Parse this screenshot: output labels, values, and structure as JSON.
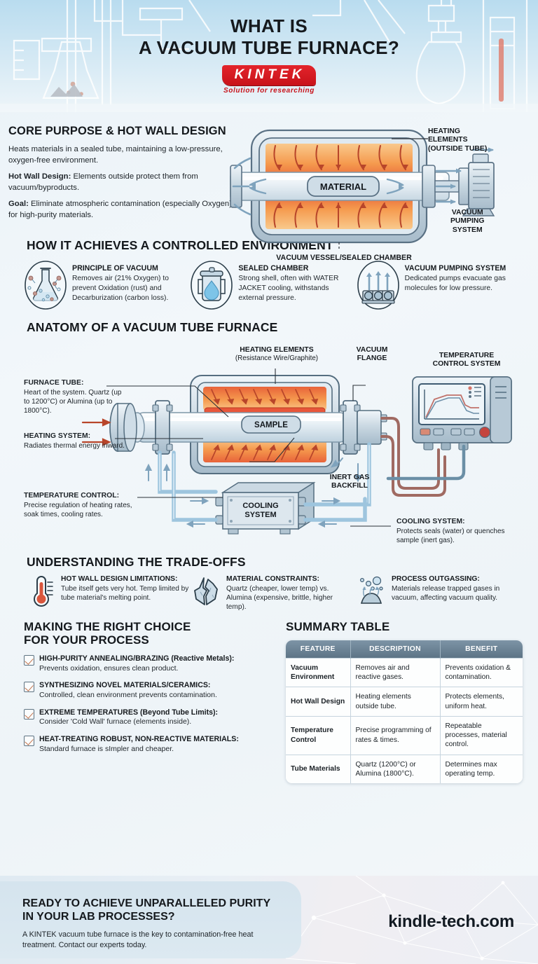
{
  "header": {
    "title_line1": "WHAT IS",
    "title_line2": "A VACUUM TUBE FURNACE?",
    "logo_text": "KINTEK",
    "logo_tagline": "Solution for researching"
  },
  "section1": {
    "heading": "CORE PURPOSE & HOT WALL DESIGN",
    "para1": "Heats materials in a sealed tube, maintaining a low-pressure, oxygen-free environment.",
    "para2_label": "Hot Wall Design:",
    "para2": " Elements outside protect them from vacuum/byproducts.",
    "para3_label": "Goal:",
    "para3": " Eliminate atmospheric contamination (especially Oxygen) for high-purity materials.",
    "diagram": {
      "material_label": "MATERIAL",
      "heating_elements_label": "HEATING ELEMENTS (OUTSIDE TUBE)",
      "vacuum_pump_label": "VACUUM PUMPING SYSTEM",
      "vessel_label": "VACUUM VESSEL/SEALED CHAMBER"
    }
  },
  "section2": {
    "heading": "HOW IT ACHIEVES A CONTROLLED ENVIRONMENT",
    "cards": [
      {
        "icon": "flask-molecules-icon",
        "title": "PRINCIPLE OF VACUUM",
        "text": "Removes air (21% Oxygen) to prevent Oxidation (rust) and Decarburization (carbon loss)."
      },
      {
        "icon": "water-jacket-chamber-icon",
        "title": "SEALED CHAMBER",
        "text": "Strong shell, often with WATER JACKET cooling, withstands external pressure."
      },
      {
        "icon": "vacuum-pumps-icon",
        "title": "VACUUM PUMPING SYSTEM",
        "text": "Dedicated pumps evacuate gas molecules for low pressure."
      }
    ]
  },
  "section3": {
    "heading": "ANATOMY OF A VACUUM TUBE FURNACE",
    "labels": {
      "furnace_tube_title": "FURNACE TUBE:",
      "furnace_tube_text": "Heart of the system. Quartz (up to 1200°C) or Alumina (up to 1800°C).",
      "heating_system_title": "HEATING SYSTEM:",
      "heating_system_text": "Radiates thermal energy inward.",
      "temp_control_title": "TEMPERATURE CONTROL:",
      "temp_control_text": "Precise regulation of heating rates, soak times, cooling rates.",
      "heating_elements_title": "HEATING ELEMENTS",
      "heating_elements_sub": "(Resistance Wire/Graphite)",
      "vacuum_flange": "VACUUM FLANGE",
      "temp_control_system": "TEMPERATURE CONTROL SYSTEM",
      "inert_gas_backfill": "INERT GAS BACKFILL",
      "cooling_system_box": "COOLING SYSTEM",
      "cooling_system_title": "COOLING SYSTEM:",
      "cooling_system_text": "Protects seals (water) or quenches sample (inert gas).",
      "sample": "SAMPLE"
    }
  },
  "section4": {
    "heading": "UNDERSTANDING THE TRADE-OFFS",
    "cards": [
      {
        "icon": "thermometer-icon",
        "title": "HOT WALL DESIGN LIMITATIONS:",
        "text": "Tube itself gets very hot. Temp limited by tube material's melting point."
      },
      {
        "icon": "cracked-material-icon",
        "title": "MATERIAL CONSTRAINTS:",
        "text": "Quartz (cheaper, lower temp) vs. Alumina (expensive, brittle, higher temp)."
      },
      {
        "icon": "outgassing-bubbles-icon",
        "title": "PROCESS OUTGASSING:",
        "text": "Materials release trapped gases in vacuum, affecting vacuum quality."
      }
    ]
  },
  "section5": {
    "choice_heading_line1": "MAKING THE RIGHT CHOICE",
    "choice_heading_line2": "FOR YOUR PROCESS",
    "items": [
      {
        "title": "HIGH-PURITY ANNEALING/BRAZING (Reactive Metals):",
        "text": "Prevents oxidation, ensures clean product."
      },
      {
        "title": "SYNTHESIZING NOVEL MATERIALS/CERAMICS:",
        "text": "Controlled, clean environment prevents contamination."
      },
      {
        "title": "EXTREME TEMPERATURES (Beyond Tube Limits):",
        "text": "Consider 'Cold Wall' furnace (elements inside)."
      },
      {
        "title": "HEAT-TREATING ROBUST, NON-REACTIVE MATERIALS:",
        "text": "Standard furnace is sImpler and cheaper."
      }
    ],
    "summary_heading": "SUMMARY TABLE",
    "table": {
      "columns": [
        "FEATURE",
        "DESCRIPTION",
        "BENEFIT"
      ],
      "rows": [
        [
          "Vacuum Environment",
          "Removes air and reactive gases.",
          "Prevents oxidation & contamination."
        ],
        [
          "Hot Wall Design",
          "Heating elements outside tube.",
          "Protects elements, uniform heat."
        ],
        [
          "Temperature Control",
          "Precise programming of rates & times.",
          "Repeatable processes, material control."
        ],
        [
          "Tube Materials",
          "Quartz (1200°C) or Alumina (1800°C).",
          "Determines max operating temp."
        ]
      ]
    }
  },
  "footer": {
    "cta_line1": "READY TO ACHIEVE UNPARALLELED PURITY",
    "cta_line2": "IN YOUR LAB PROCESSES?",
    "cta_text": "A KINTEK vacuum tube furnace is the key to contamination-free heat treatment. Contact our experts today.",
    "site": "kindle-tech.com"
  },
  "colors": {
    "brand_red": "#c8121a",
    "heat_orange": "#f08a3c",
    "steel_blue": "#5d7486",
    "arrow_blue": "#7fa3bd",
    "ink": "#15191d"
  }
}
